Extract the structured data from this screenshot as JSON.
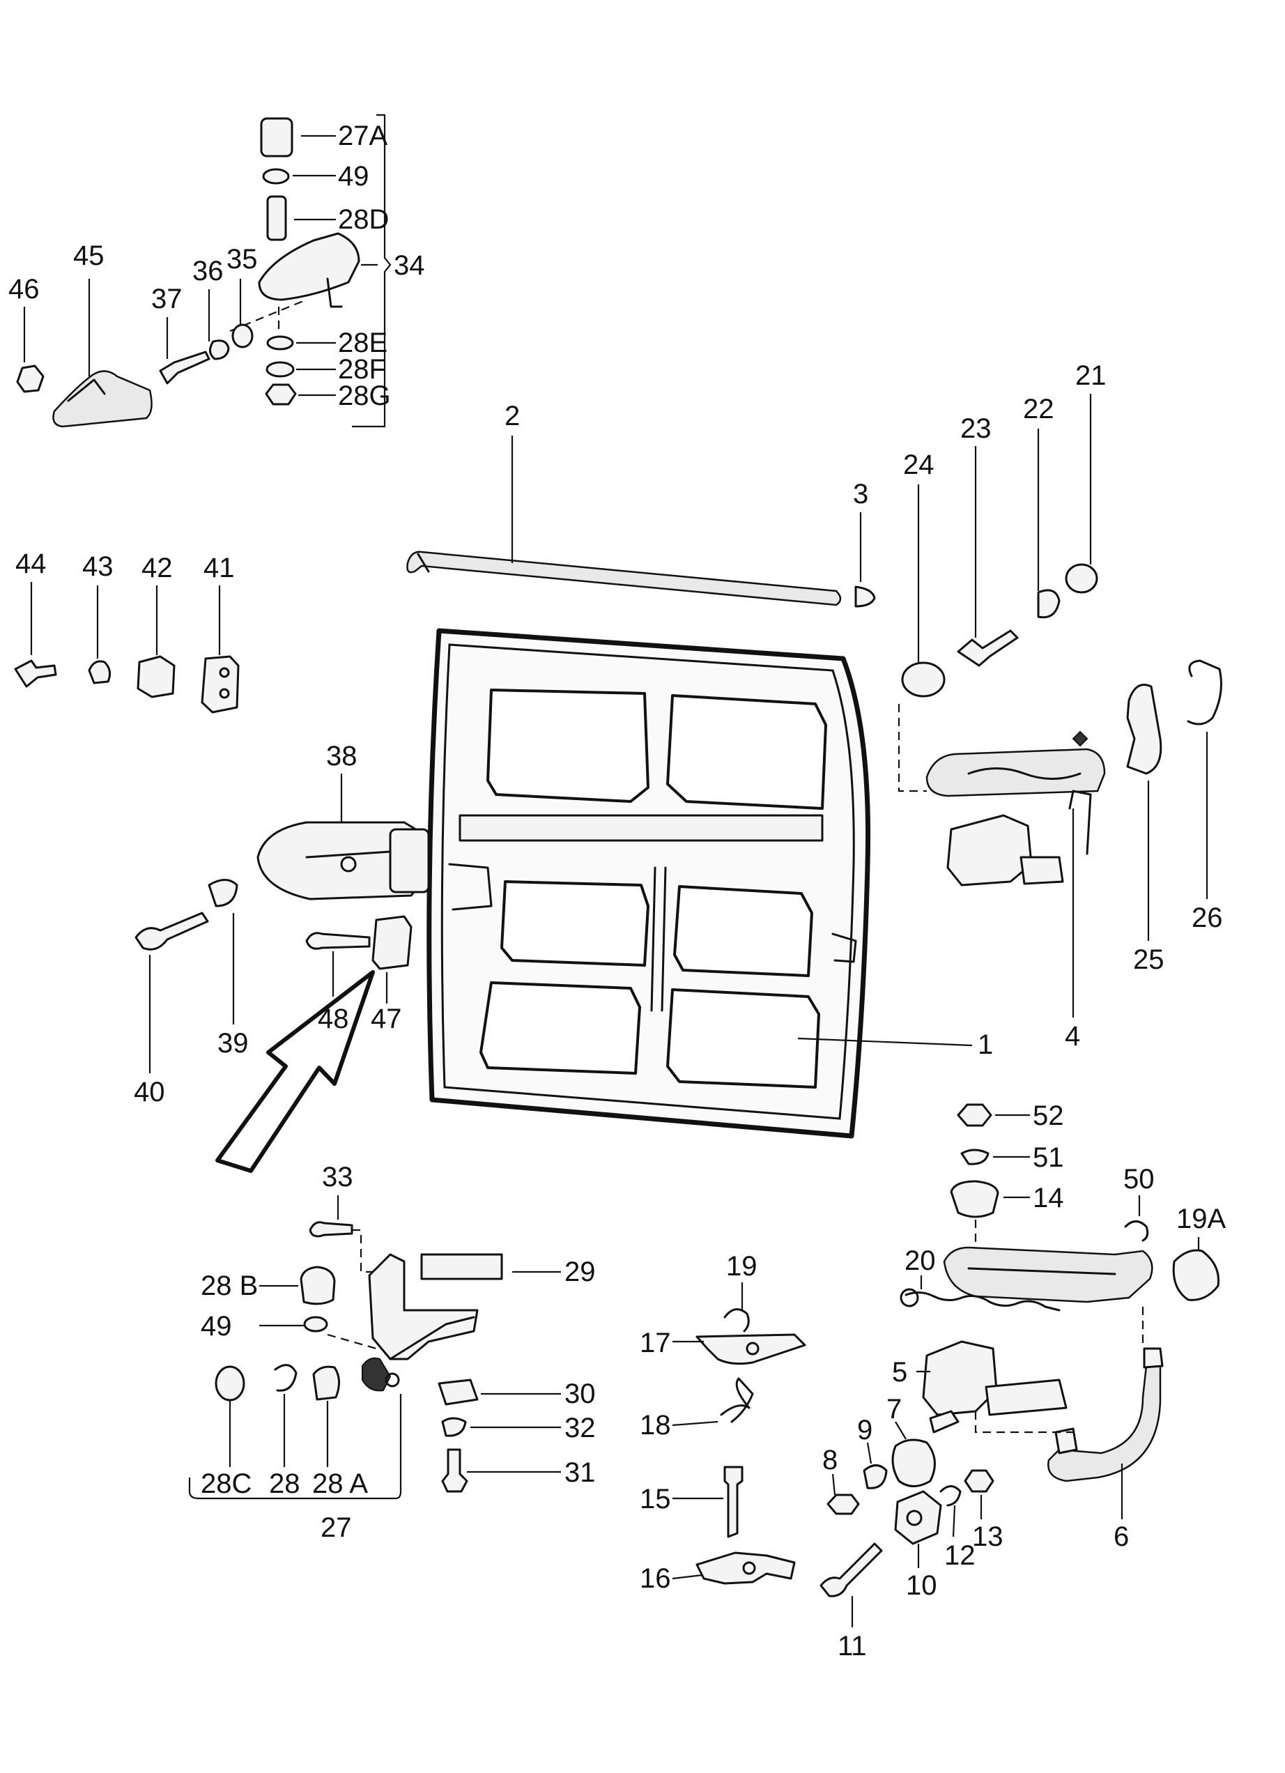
{
  "labels": [
    {
      "id": "27A",
      "text": "27A"
    },
    {
      "id": "49a",
      "text": "49"
    },
    {
      "id": "28D",
      "text": "28D"
    },
    {
      "id": "34",
      "text": "34"
    },
    {
      "id": "28E",
      "text": "28E"
    },
    {
      "id": "28F",
      "text": "28F"
    },
    {
      "id": "28G",
      "text": "28G"
    },
    {
      "id": "46",
      "text": "46"
    },
    {
      "id": "45",
      "text": "45"
    },
    {
      "id": "37",
      "text": "37"
    },
    {
      "id": "36",
      "text": "36"
    },
    {
      "id": "35",
      "text": "35"
    },
    {
      "id": "2",
      "text": "2"
    },
    {
      "id": "3",
      "text": "3"
    },
    {
      "id": "24",
      "text": "24"
    },
    {
      "id": "23",
      "text": "23"
    },
    {
      "id": "22",
      "text": "22"
    },
    {
      "id": "21",
      "text": "21"
    },
    {
      "id": "44",
      "text": "44"
    },
    {
      "id": "43",
      "text": "43"
    },
    {
      "id": "42",
      "text": "42"
    },
    {
      "id": "41",
      "text": "41"
    },
    {
      "id": "38",
      "text": "38"
    },
    {
      "id": "25",
      "text": "25"
    },
    {
      "id": "26",
      "text": "26"
    },
    {
      "id": "4",
      "text": "4"
    },
    {
      "id": "1",
      "text": "1"
    },
    {
      "id": "48",
      "text": "48"
    },
    {
      "id": "47",
      "text": "47"
    },
    {
      "id": "39",
      "text": "39"
    },
    {
      "id": "40",
      "text": "40"
    },
    {
      "id": "52",
      "text": "52"
    },
    {
      "id": "51",
      "text": "51"
    },
    {
      "id": "14",
      "text": "14"
    },
    {
      "id": "50",
      "text": "50"
    },
    {
      "id": "19A",
      "text": "19A"
    },
    {
      "id": "20",
      "text": "20"
    },
    {
      "id": "33",
      "text": "33"
    },
    {
      "id": "29",
      "text": "29"
    },
    {
      "id": "28B",
      "text": "28 B"
    },
    {
      "id": "49b",
      "text": "49"
    },
    {
      "id": "19",
      "text": "19"
    },
    {
      "id": "17",
      "text": "17"
    },
    {
      "id": "5",
      "text": "5"
    },
    {
      "id": "7",
      "text": "7"
    },
    {
      "id": "9",
      "text": "9"
    },
    {
      "id": "8",
      "text": "8"
    },
    {
      "id": "30",
      "text": "30"
    },
    {
      "id": "32",
      "text": "32"
    },
    {
      "id": "31",
      "text": "31"
    },
    {
      "id": "18",
      "text": "18"
    },
    {
      "id": "15",
      "text": "15"
    },
    {
      "id": "16",
      "text": "16"
    },
    {
      "id": "28C",
      "text": "28C"
    },
    {
      "id": "28",
      "text": "28"
    },
    {
      "id": "28A",
      "text": "28 A"
    },
    {
      "id": "27",
      "text": "27"
    },
    {
      "id": "12",
      "text": "12"
    },
    {
      "id": "13",
      "text": "13"
    },
    {
      "id": "10",
      "text": "10"
    },
    {
      "id": "11",
      "text": "11"
    },
    {
      "id": "6",
      "text": "6"
    }
  ]
}
